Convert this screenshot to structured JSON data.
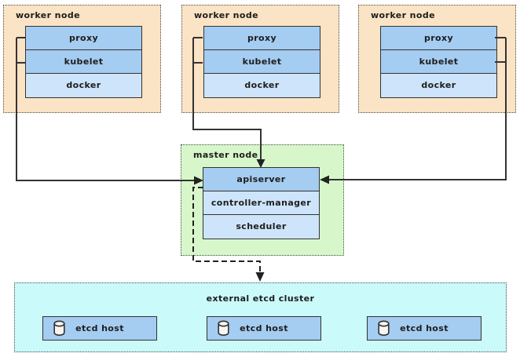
{
  "diagram": {
    "worker_nodes": [
      {
        "title": "worker node",
        "components": [
          "proxy",
          "kubelet",
          "docker"
        ]
      },
      {
        "title": "worker node",
        "components": [
          "proxy",
          "kubelet",
          "docker"
        ]
      },
      {
        "title": "worker node",
        "components": [
          "proxy",
          "kubelet",
          "docker"
        ]
      }
    ],
    "master_node": {
      "title": "master node",
      "components": [
        "apiserver",
        "controller-manager",
        "scheduler"
      ]
    },
    "etcd_cluster": {
      "title": "external etcd cluster",
      "hosts": [
        {
          "label": "etcd host",
          "icon": "database-cylinder-icon"
        },
        {
          "label": "etcd host",
          "icon": "database-cylinder-icon"
        },
        {
          "label": "etcd host",
          "icon": "database-cylinder-icon"
        }
      ]
    },
    "colors": {
      "worker_background": "#fbe3c5",
      "master_background": "#d7f7ca",
      "etcd_background": "#cafafa",
      "component_blue": "#a5ccf1",
      "component_light_blue": "#cde4fa",
      "line_color": "#333333"
    }
  }
}
